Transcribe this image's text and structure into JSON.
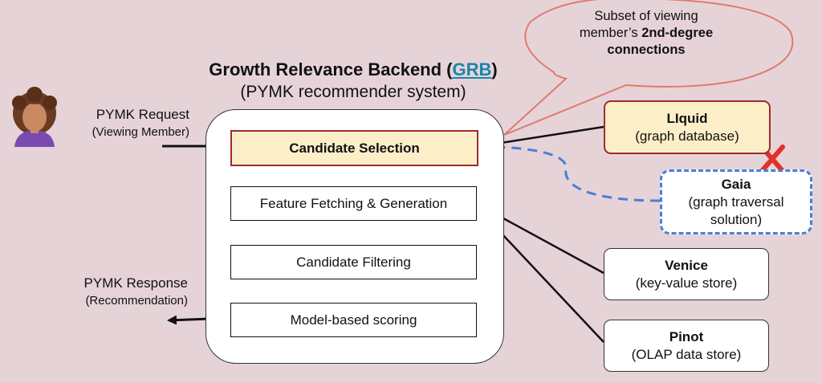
{
  "backend": {
    "title_prefix": "Growth Relevance Backend (",
    "title_link": "GRB",
    "title_suffix": ")",
    "subtitle": "(PYMK recommender system)"
  },
  "request": {
    "label": "PYMK Request",
    "sublabel": "(Viewing Member)"
  },
  "response": {
    "label": "PYMK Response",
    "sublabel": "(Recommendation)"
  },
  "stages": [
    {
      "label": "Candidate Selection"
    },
    {
      "label": "Feature Fetching & Generation"
    },
    {
      "label": "Candidate Filtering"
    },
    {
      "label": "Model-based scoring"
    }
  ],
  "callout": {
    "line1": "Subset of viewing",
    "line2_prefix": "member’s ",
    "line2_bold": "2nd-degree",
    "line3_bold": "connections"
  },
  "stores": {
    "llquid": {
      "name": "LIquid",
      "desc": "(graph database)"
    },
    "gaia": {
      "name": "Gaia",
      "desc": "(graph traversal solution)"
    },
    "venice": {
      "name": "Venice",
      "desc": "(key-value store)"
    },
    "pinot": {
      "name": "Pinot",
      "desc": "(OLAP data store)"
    }
  },
  "colors": {
    "background": "#e6d3d8",
    "highlight_fill": "#fcefc8",
    "highlight_border": "#9c2a2f",
    "dashed_blue": "#4a7fd6",
    "cross_red": "#e0312a",
    "callout_stroke": "#e07a6e",
    "link": "#1a86a8"
  },
  "icons": {
    "member": "person-avatar-icon",
    "removed": "red-x-icon"
  }
}
